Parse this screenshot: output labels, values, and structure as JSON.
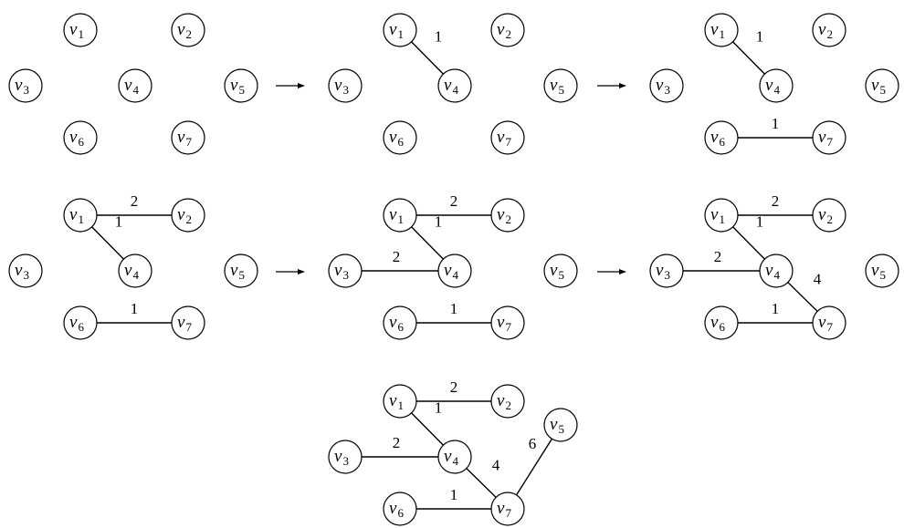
{
  "diagram": {
    "nodes": [
      {
        "id": "v1",
        "base": "v",
        "sub": "1"
      },
      {
        "id": "v2",
        "base": "v",
        "sub": "2"
      },
      {
        "id": "v3",
        "base": "v",
        "sub": "3"
      },
      {
        "id": "v4",
        "base": "v",
        "sub": "4"
      },
      {
        "id": "v5",
        "base": "v",
        "sub": "5"
      },
      {
        "id": "v6",
        "base": "v",
        "sub": "6"
      },
      {
        "id": "v7",
        "base": "v",
        "sub": "7"
      }
    ],
    "steps": [
      {
        "edges": []
      },
      {
        "edges": [
          {
            "from": "v1",
            "to": "v4",
            "weight": "1"
          }
        ]
      },
      {
        "edges": [
          {
            "from": "v1",
            "to": "v4",
            "weight": "1"
          },
          {
            "from": "v6",
            "to": "v7",
            "weight": "1"
          }
        ]
      },
      {
        "edges": [
          {
            "from": "v1",
            "to": "v4",
            "weight": "1"
          },
          {
            "from": "v6",
            "to": "v7",
            "weight": "1"
          },
          {
            "from": "v1",
            "to": "v2",
            "weight": "2"
          }
        ]
      },
      {
        "edges": [
          {
            "from": "v1",
            "to": "v4",
            "weight": "1"
          },
          {
            "from": "v6",
            "to": "v7",
            "weight": "1"
          },
          {
            "from": "v1",
            "to": "v2",
            "weight": "2"
          },
          {
            "from": "v3",
            "to": "v4",
            "weight": "2"
          }
        ]
      },
      {
        "edges": [
          {
            "from": "v1",
            "to": "v4",
            "weight": "1"
          },
          {
            "from": "v6",
            "to": "v7",
            "weight": "1"
          },
          {
            "from": "v1",
            "to": "v2",
            "weight": "2"
          },
          {
            "from": "v3",
            "to": "v4",
            "weight": "2"
          },
          {
            "from": "v4",
            "to": "v7",
            "weight": "4"
          }
        ]
      },
      {
        "edges": [
          {
            "from": "v1",
            "to": "v4",
            "weight": "1"
          },
          {
            "from": "v6",
            "to": "v7",
            "weight": "1"
          },
          {
            "from": "v1",
            "to": "v2",
            "weight": "2"
          },
          {
            "from": "v3",
            "to": "v4",
            "weight": "2"
          },
          {
            "from": "v4",
            "to": "v7",
            "weight": "4"
          },
          {
            "from": "v7",
            "to": "v5",
            "weight": "6"
          }
        ]
      }
    ]
  }
}
